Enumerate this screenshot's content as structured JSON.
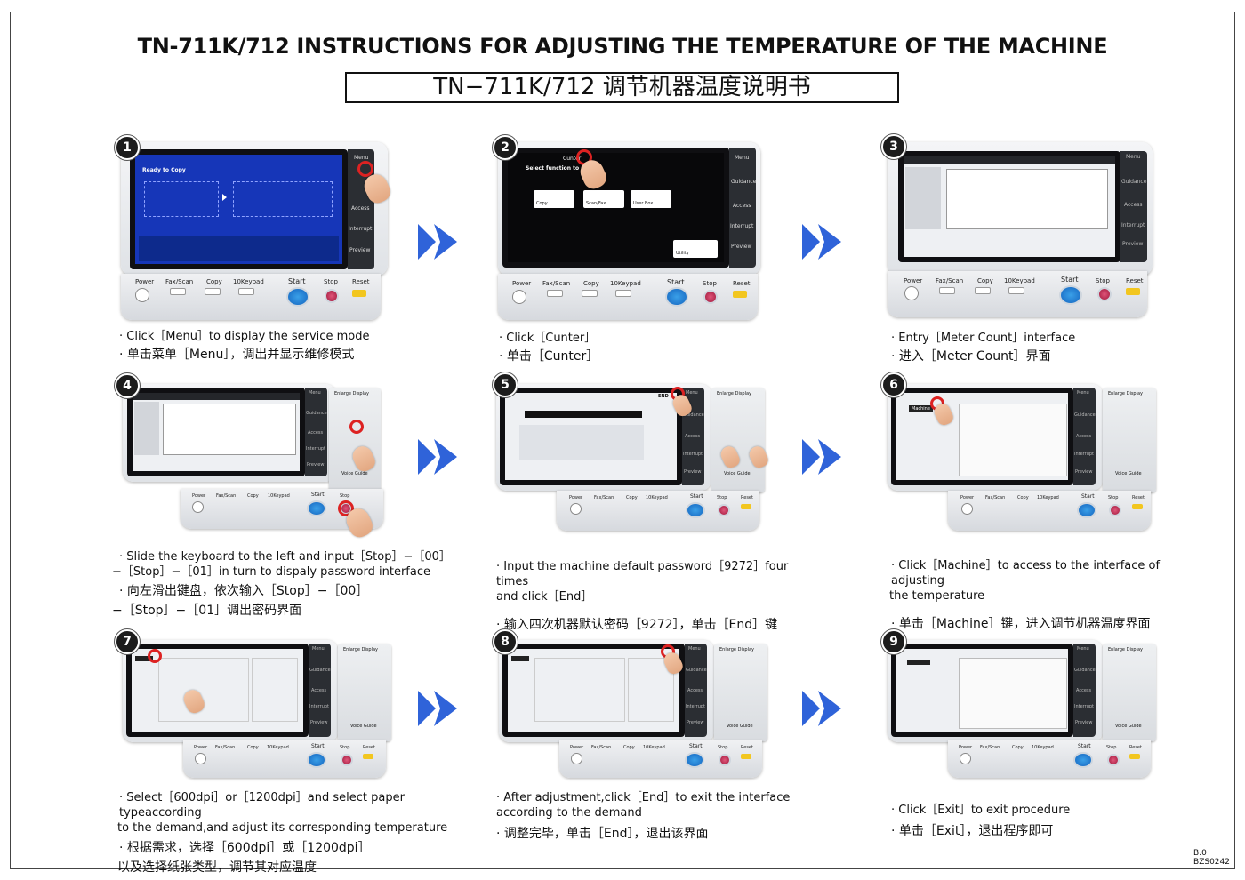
{
  "header": {
    "title_en": "TN-711K/712 INSTRUCTIONS FOR ADJUSTING THE TEMPERATURE OF THE MACHINE",
    "title_zh": "TN−711K/712 调节机器温度说明书"
  },
  "panel_labels": {
    "power": "Power",
    "fax_scan": "Fax/Scan",
    "copy": "Copy",
    "keypad": "10Keypad",
    "start": "Start",
    "stop": "Stop",
    "reset": "Reset",
    "menu": "Menu",
    "guidance": "Guidance",
    "access": "Access",
    "interrupt": "Interrupt",
    "preview": "Preview",
    "enlarge_display": "Enlarge Display",
    "voice_guide": "Voice Guide"
  },
  "screen_text": {
    "ready": "Ready to Copy",
    "select_function": "Select function to use.",
    "copy": "Copy",
    "scan_fax": "Scan/Fax",
    "user_box": "User Box",
    "utility": "Utility",
    "cunter": "Cunter",
    "end": "END",
    "machine": "Machine"
  },
  "steps": [
    {
      "number": "1",
      "en": "· Click［Menu］to display the service mode",
      "zh": "· 单击菜单［Menu］，调出并显示维修模式"
    },
    {
      "number": "2",
      "en": "· Click［Cunter］",
      "zh": "· 单击［Cunter］"
    },
    {
      "number": "3",
      "en": "· Entry［Meter Count］interface",
      "zh": "· 进入［Meter Count］界面"
    },
    {
      "number": "4",
      "en_1": "· Slide the keyboard to the left and input［Stop］−［00］",
      "en_2": "−［Stop］−［01］in turn to dispaly password interface",
      "zh_1": "· 向左滑出键盘，依次输入［Stop］−［00］",
      "zh_2": "−［Stop］−［01］调出密码界面"
    },
    {
      "number": "5",
      "en_1": "· Input the machine default password［9272］four times",
      "en_2": "and click［End］",
      "zh": "· 输入四次机器默认密码［9272］，单击［End］键"
    },
    {
      "number": "6",
      "en_1": "· Click［Machine］to access to the interface of adjusting",
      "en_2": "the temperature",
      "zh": "· 单击［Machine］键，进入调节机器温度界面"
    },
    {
      "number": "7",
      "en_1": "· Select［600dpi］or［1200dpi］and select paper typeaccording",
      "en_2": "to the demand,and adjust its corresponding temperature",
      "zh_1": "· 根据需求，选择［600dpi］或［1200dpi］",
      "zh_2": "以及选择纸张类型，调节其对应温度"
    },
    {
      "number": "8",
      "en_1": "· After adjustment,click［End］to exit the interface",
      "en_2": "according to the demand",
      "zh": "· 调整完毕，单击［End］，退出该界面"
    },
    {
      "number": "9",
      "en": "· Click［Exit］to exit procedure",
      "zh": "· 单击［Exit］，退出程序即可"
    }
  ],
  "footer": {
    "version": "B.0",
    "code": "BZS0242"
  },
  "colors": {
    "arrow": "#2f63d9",
    "start_button": "#1e78d2",
    "stop_button": "#c2245a",
    "reset_button": "#f2c61f",
    "screen_blue": "#1636b8"
  }
}
